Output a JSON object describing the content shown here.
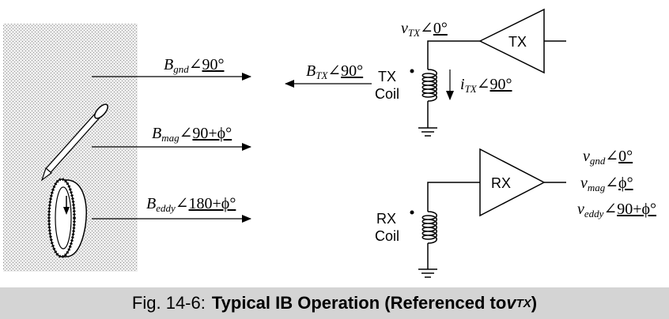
{
  "caption": {
    "prefix": "Fig. 14-6:",
    "title": "Typical IB Operation (Referenced to ",
    "var": "v",
    "var_sub": "TX",
    "suffix": ")"
  },
  "labels": {
    "b_gnd": {
      "sym": "B",
      "sub": "gnd",
      "phase": "90°"
    },
    "b_mag": {
      "sym": "B",
      "sub": "mag",
      "phase": "90+ϕ°"
    },
    "b_eddy": {
      "sym": "B",
      "sub": "eddy",
      "phase": "180+ϕ°"
    },
    "b_tx": {
      "sym": "B",
      "sub": "TX",
      "phase": "90°"
    },
    "v_tx": {
      "sym": "v",
      "sub": "TX",
      "phase": "0°"
    },
    "i_tx": {
      "sym": "i",
      "sub": "TX",
      "phase": "90°"
    },
    "v_gnd": {
      "sym": "v",
      "sub": "gnd",
      "phase": "0°"
    },
    "v_mag": {
      "sym": "v",
      "sub": "mag",
      "phase": "ϕ°"
    },
    "v_eddy": {
      "sym": "v",
      "sub": "eddy",
      "phase": "90+ϕ°"
    }
  },
  "tx_amp_label": "TX",
  "rx_amp_label": "RX",
  "tx_coil_label": [
    "TX",
    "Coil"
  ],
  "rx_coil_label": [
    "RX",
    "Coil"
  ]
}
